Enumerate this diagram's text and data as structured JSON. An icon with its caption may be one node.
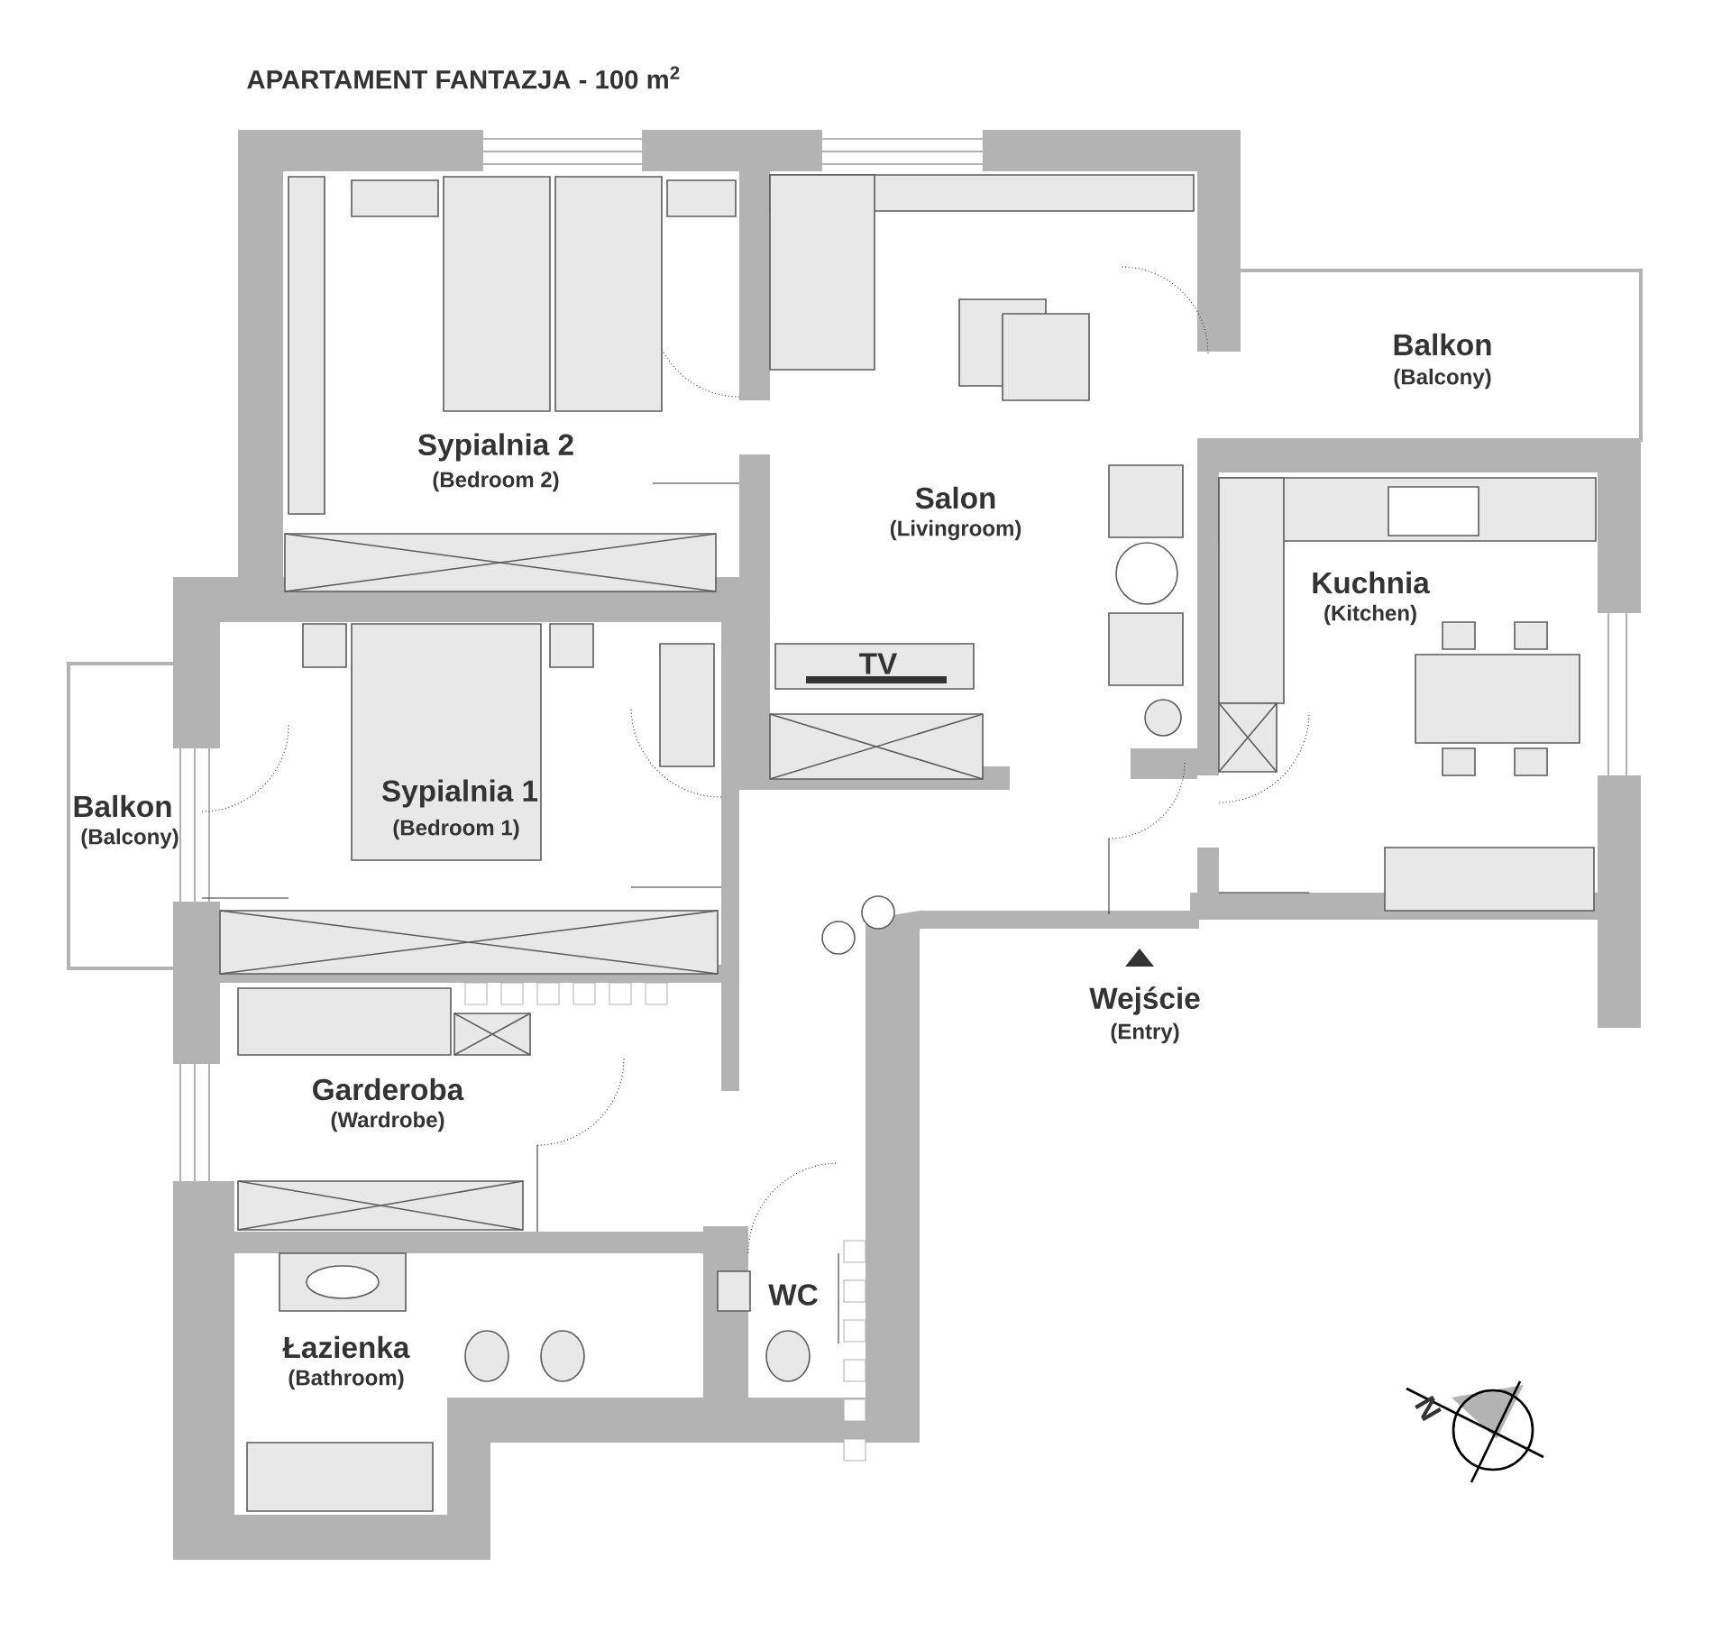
{
  "diagram": {
    "title": "APARTAMENT FANTAZJA - 100 m$^{2}$",
    "labels": [
      "Sypialnia 2",
      "(Bedroom 2)",
      "Salon",
      "(Livingroom)",
      "Balkon",
      "(Balcony)",
      "Kuchnia",
      "(Kitchen)",
      "TV",
      "Balkon",
      "(Balcony)",
      "Sypialnia 1",
      "(Bedroom 1)",
      "Wejście",
      "(Entry)",
      "Garderoba",
      "(Wardrobe)",
      "Łazienka",
      "(Bathroom)",
      "WC",
      "N"
    ]
  }
}
